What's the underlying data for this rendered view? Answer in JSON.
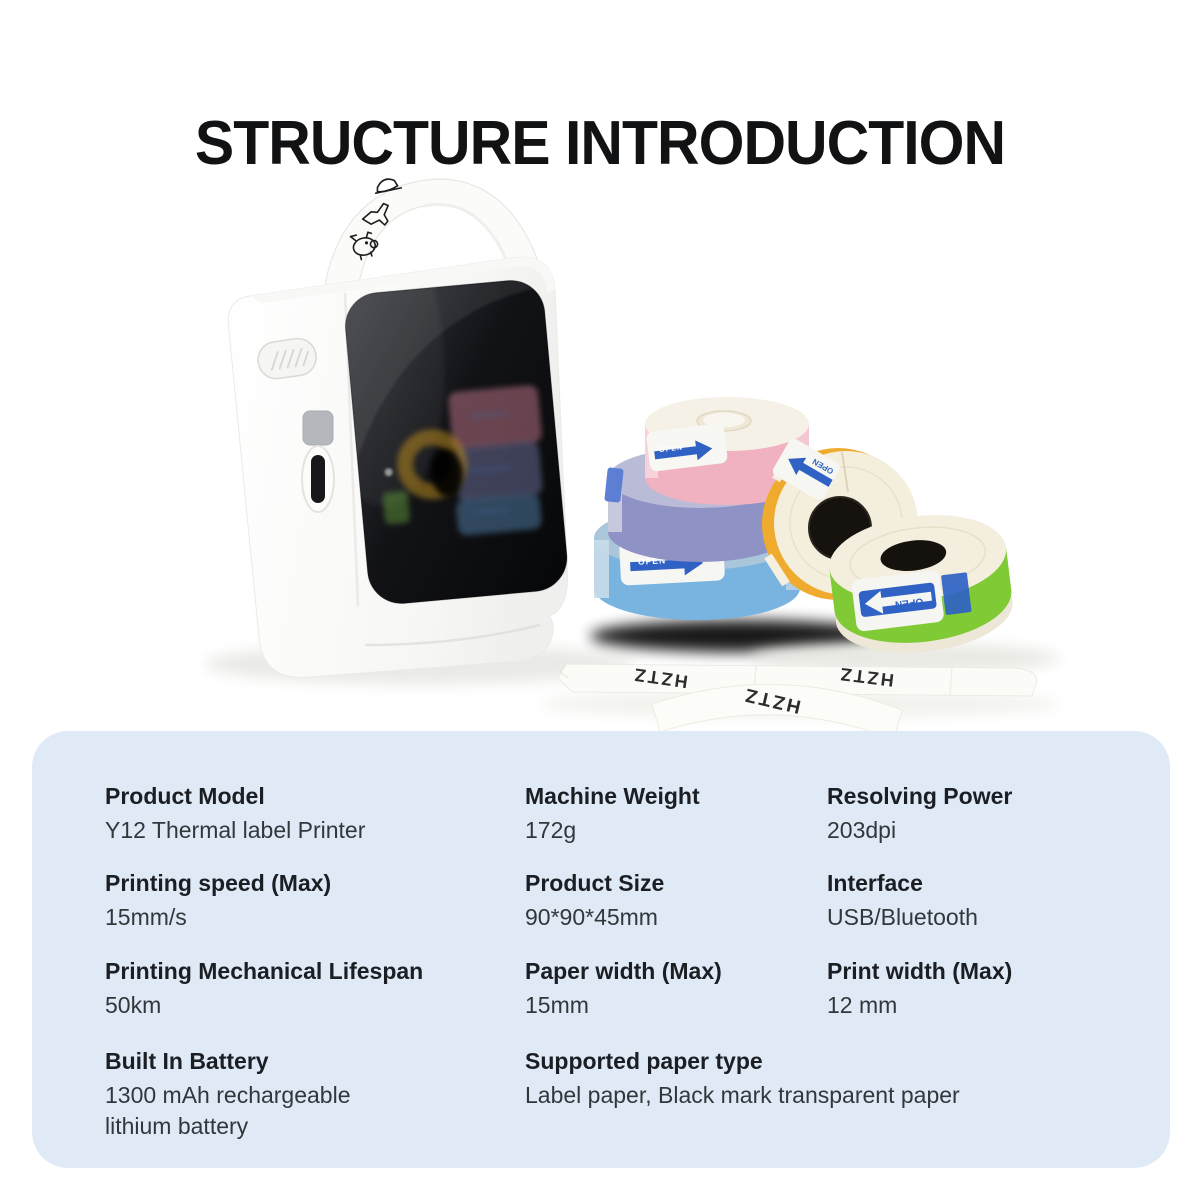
{
  "title": "STRUCTURE INTRODUCTION",
  "photo": {
    "description": "White Y12 thermal label printer with glossy black front panel, printed label strap handle with doodle icons, five colored label rolls and printed HZTZ sample labels",
    "strap_doodles": [
      "cap-doodle",
      "airplane-doodle",
      "pig-doodle"
    ],
    "roll_flag_text": "OPEN",
    "strip_text": "HZTZ",
    "colors": {
      "spec_panel_bg": "#dfeaf6",
      "arrow_blue": "#2f62c4",
      "roll_pink": "#f0b2c1",
      "roll_purple": "#8f92c4",
      "roll_blue": "#79b4e1",
      "roll_yellow": "#eeab2e",
      "roll_green": "#7fca35",
      "printer_panel": "#0a0b0d",
      "printer_body": "#fbfbf9"
    }
  },
  "specs": [
    {
      "label": "Product Model",
      "value": "Y12 Thermal label Printer"
    },
    {
      "label": "Machine Weight",
      "value": "172g"
    },
    {
      "label": "Resolving Power",
      "value": "203dpi"
    },
    {
      "label": "Printing speed (Max)",
      "value": "15mm/s"
    },
    {
      "label": "Product Size",
      "value": "90*90*45mm"
    },
    {
      "label": "Interface",
      "value": "USB/Bluetooth"
    },
    {
      "label": "Printing Mechanical Lifespan",
      "value": "50km"
    },
    {
      "label": "Paper width (Max)",
      "value": "15mm"
    },
    {
      "label": "Print width (Max)",
      "value": "12 mm"
    },
    {
      "label": "Built In Battery",
      "value": "1300 mAh rechargeable lithium battery"
    },
    {
      "label": "Supported paper type",
      "value": "Label paper, Black mark transparent paper"
    }
  ]
}
